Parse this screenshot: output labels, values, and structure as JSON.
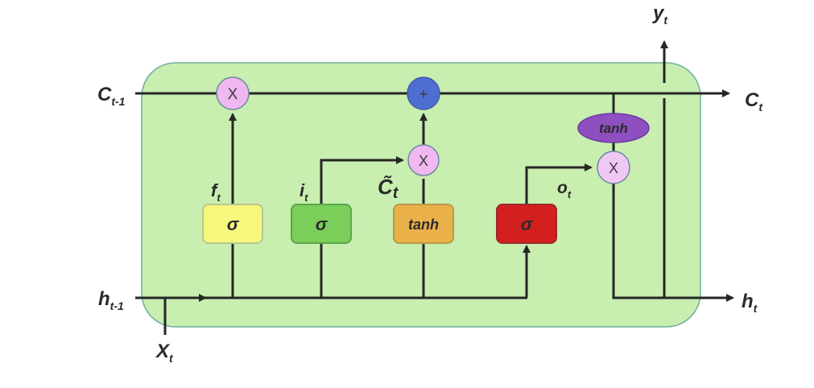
{
  "diagram": {
    "title": "LSTM cell",
    "colors": {
      "cell_fill": "#c8eeb0",
      "cell_stroke": "#6fae9a",
      "line": "#262626",
      "multiply_fill": "#f0b8f0",
      "add_fill": "#4f6fd0",
      "forget_gate": "#f7f77e",
      "input_gate": "#7cce5a",
      "candidate_gate": "#eab04a",
      "output_gate": "#d41f1f",
      "tanh_ellipse": "#8e4fc0"
    },
    "inputs": {
      "c_prev": {
        "main": "C",
        "sub": "t-1"
      },
      "h_prev": {
        "main": "h",
        "sub": "t-1"
      },
      "x": {
        "main": "X",
        "sub": "t"
      }
    },
    "outputs": {
      "c": {
        "main": "C",
        "sub": "t"
      },
      "h": {
        "main": "h",
        "sub": "t"
      },
      "y": {
        "main": "y",
        "sub": "t"
      }
    },
    "gates": [
      {
        "id": "forget",
        "symbol": "σ",
        "signal": {
          "main": "f",
          "sub": "t"
        }
      },
      {
        "id": "input",
        "symbol": "σ",
        "signal": {
          "main": "i",
          "sub": "t"
        }
      },
      {
        "id": "candidate",
        "symbol": "tanh",
        "signal": {
          "main": "C̃",
          "sub": "t"
        }
      },
      {
        "id": "output",
        "symbol": "σ",
        "signal": {
          "main": "o",
          "sub": "t"
        }
      }
    ],
    "operations": {
      "multiply": "X",
      "add": "+",
      "tanh": "tanh"
    }
  }
}
